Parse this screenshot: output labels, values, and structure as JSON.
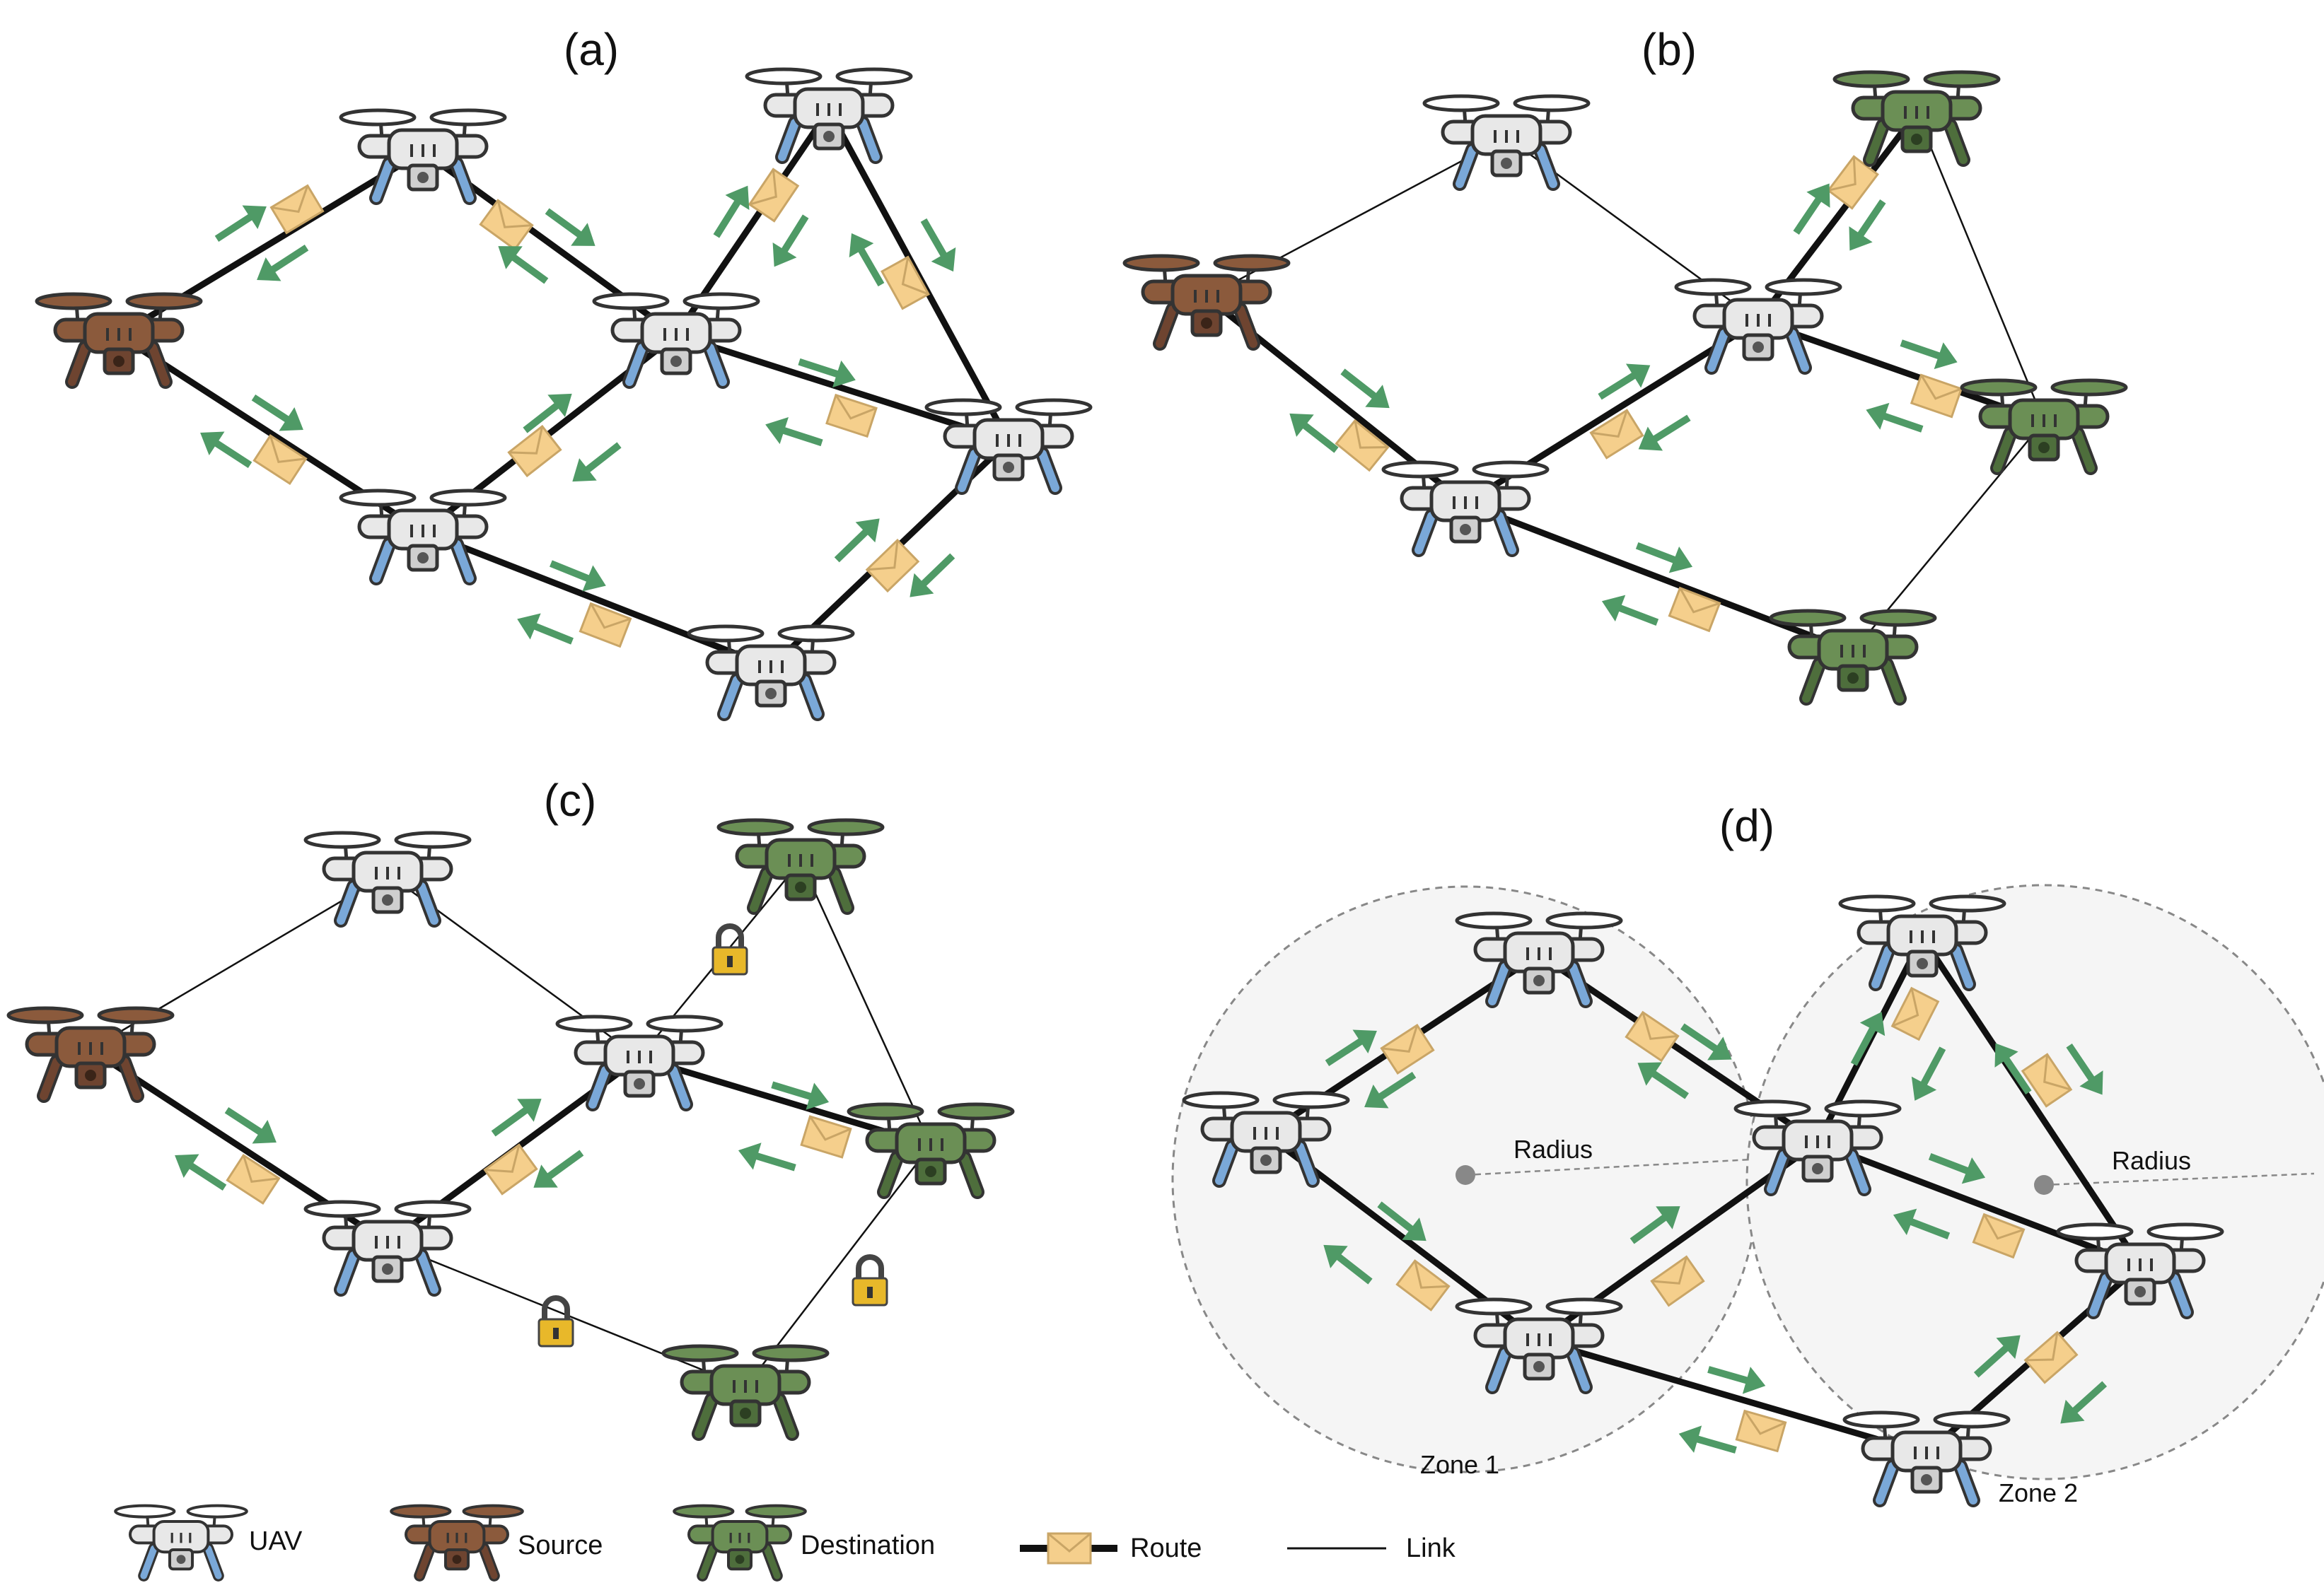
{
  "panels": {
    "a": {
      "title": "(a)"
    },
    "b": {
      "title": "(b)"
    },
    "c": {
      "title": "(c)"
    },
    "d": {
      "title": "(d)",
      "zone1_label": "Zone 1",
      "zone2_label": "Zone 2",
      "radius1_label": "Radius",
      "radius2_label": "Radius"
    }
  },
  "legend": {
    "uav": "UAV",
    "source": "Source",
    "destination": "Destination",
    "route": "Route",
    "link": "Link"
  },
  "colors": {
    "uav": "#e8e8e8",
    "source": "#8b5a3c",
    "destination": "#6b8f55",
    "arrow": "#4f9a66",
    "envelope": "#f5cf8c",
    "lock": "#e8b82a",
    "zone_fill": "#f5f5f5"
  }
}
